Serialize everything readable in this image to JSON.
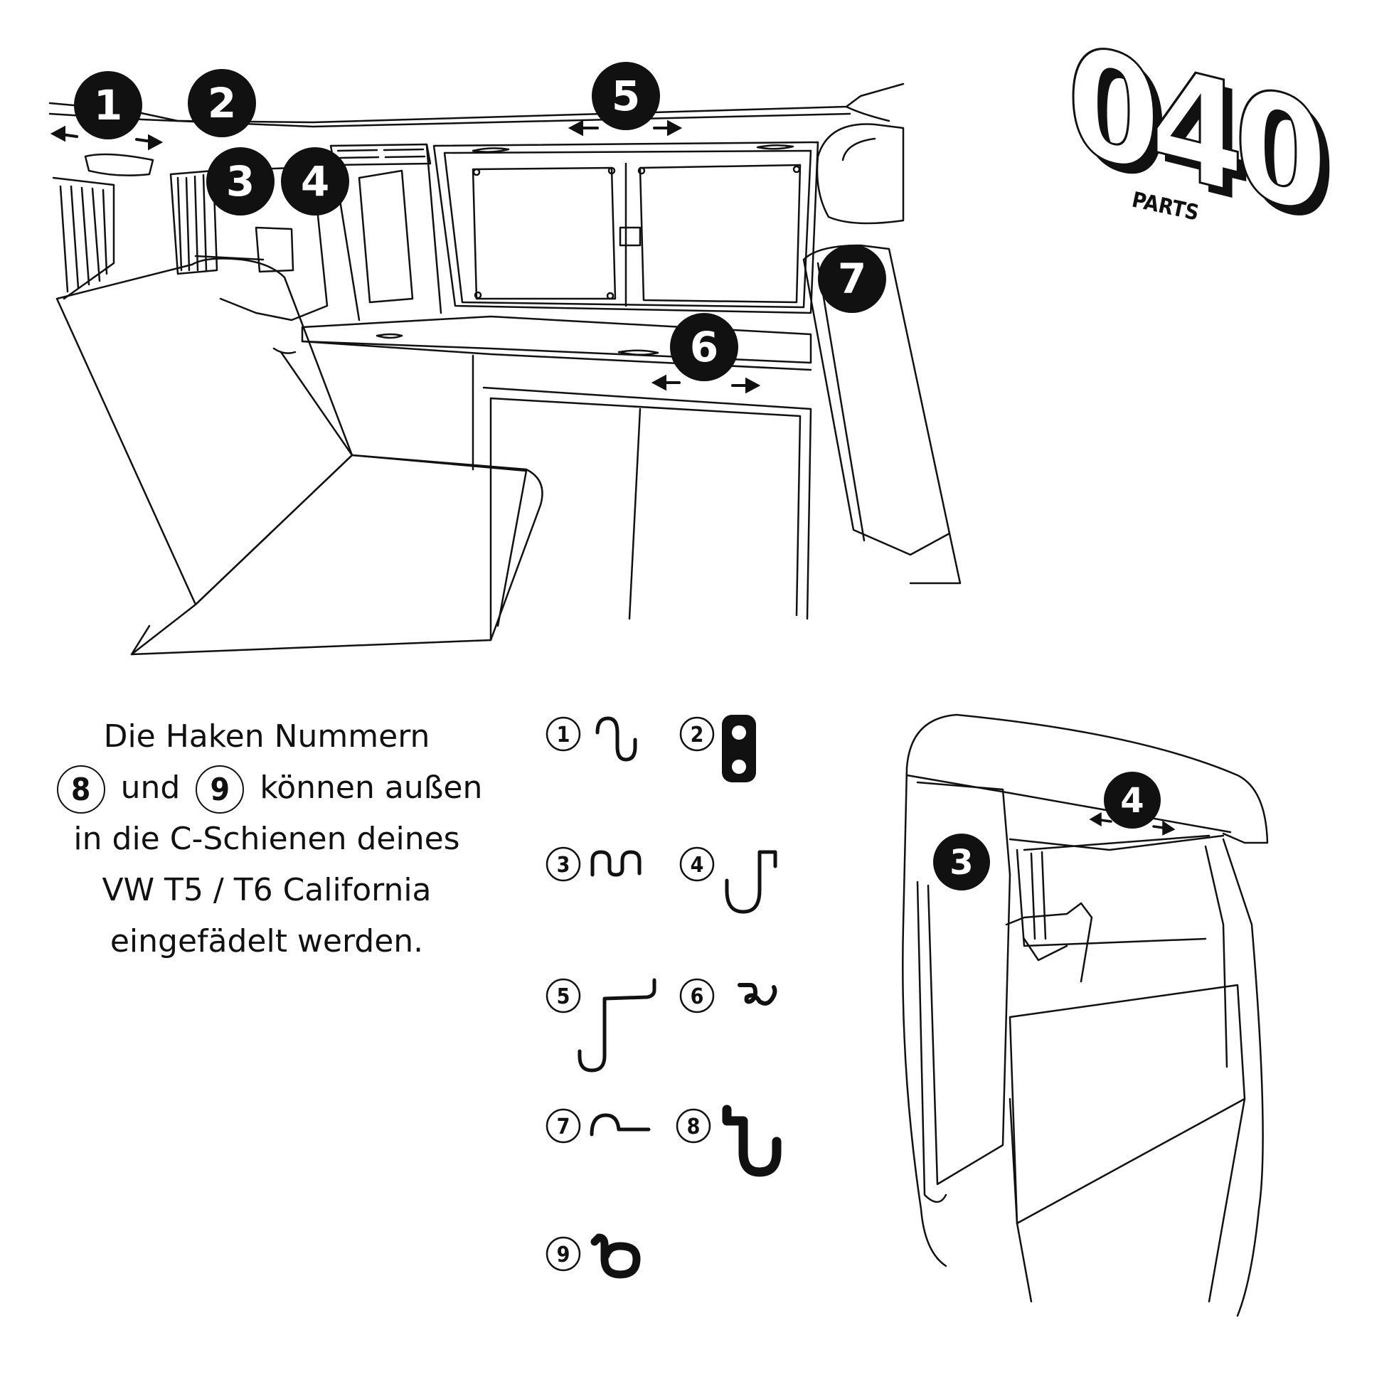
{
  "brand": {
    "logo_text": "040",
    "logo_sub": "PARTS"
  },
  "main_markers": [
    "1",
    "2",
    "3",
    "4",
    "5",
    "6",
    "7"
  ],
  "detail_markers": [
    "3",
    "4"
  ],
  "caption": {
    "line1": "Die Haken Nummern",
    "marker_a": "8",
    "word_und": "und",
    "marker_b": "9",
    "line2_rest": "können außen",
    "line3": "in die C-Schienen deines",
    "line4": "VW T5 / T6 California",
    "line5": "eingefädelt werden."
  },
  "hook_labels": [
    "1",
    "2",
    "3",
    "4",
    "5",
    "6",
    "7",
    "8",
    "9"
  ],
  "hook_icons": [
    "hook-1-icon",
    "hook-2-icon",
    "hook-3-icon",
    "hook-4-icon",
    "hook-5-icon",
    "hook-6-icon",
    "hook-7-icon",
    "hook-8-icon",
    "hook-9-icon"
  ],
  "colors": {
    "ink": "#111111",
    "paper": "#ffffff"
  }
}
